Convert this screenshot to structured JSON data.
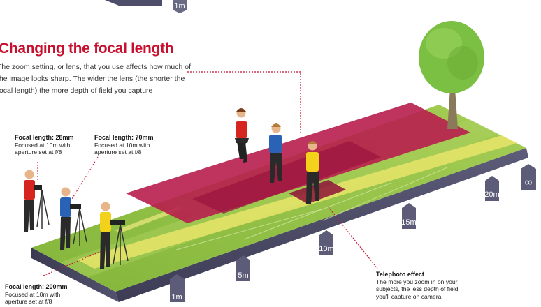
{
  "title": "Changing the focal length",
  "intro": "The zoom setting, or lens, that you use affects how much of the image looks sharp. The wider the lens (the shorter the focal length) the more depth of field you capture",
  "cameras": [
    {
      "heading": "Focal length: 28mm",
      "line1": "Focused at 10m with",
      "line2": "aperture set at f/8",
      "shirt_color": "#d6241f"
    },
    {
      "heading": "Focal length: 70mm",
      "line1": "Focused at 10m with",
      "line2": "aperture set at f/8",
      "shirt_color": "#2a63b5"
    },
    {
      "heading": "Focal length: 200mm",
      "line1": "Focused at 10m with",
      "line2": "aperture set at f/8",
      "shirt_color": "#f2d21a"
    }
  ],
  "effect": {
    "heading": "Telephoto effect",
    "line1": "The more you zoom in on your",
    "line2": "subjects, the less depth of field",
    "line3": "you'll capture on camera"
  },
  "distance_markers": [
    "1m",
    "5m",
    "10m",
    "15m",
    "20m",
    "∞"
  ],
  "top_marker": "1m",
  "subjects": [
    {
      "name": "red",
      "color": "#d6241f"
    },
    {
      "name": "blue",
      "color": "#2a63b5"
    },
    {
      "name": "yellow",
      "color": "#f2d21a"
    }
  ],
  "colors": {
    "title": "#c8102e",
    "grass": "#92c045",
    "grass_light": "#b3d463",
    "sharp_zone": "#b81e4e",
    "path": "#e7e56a",
    "slab_side": "#4e4e6a",
    "tree": "#7cc043"
  }
}
